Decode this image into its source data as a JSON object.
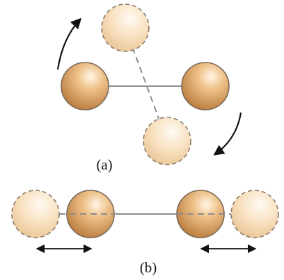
{
  "figure": {
    "panel_a": {
      "label": "(a)",
      "description_molecule": "diatomic",
      "motion": "rotation",
      "rotation_direction": "clockwise"
    },
    "panel_b": {
      "label": "(b)",
      "motion": "vibration"
    },
    "colors": {
      "atom_fill_light": "#f6dcb4",
      "atom_fill_dark": "#c58b4a",
      "ghost_fill_light": "#fbead1",
      "ghost_fill_dark": "#e8c89e",
      "outline": "#8a7a6a",
      "bond": "#8c8c8c",
      "arrow": "#111111"
    }
  }
}
